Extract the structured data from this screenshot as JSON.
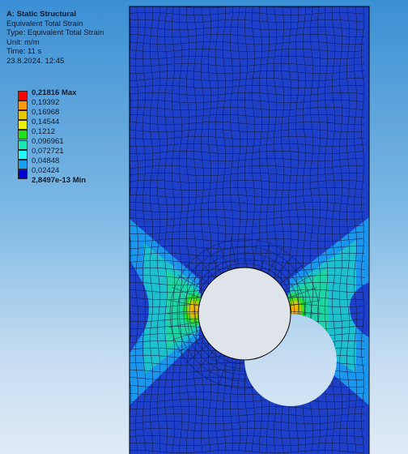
{
  "header": {
    "analysis_title": "A: Static Structural",
    "result_name": "Equivalent Total Strain",
    "type_line": "Type: Equivalent Total Strain",
    "unit_line": "Unit: m/m",
    "time_line": "Time: 11 s",
    "date_line": "23.8.2024. 12:45"
  },
  "legend": {
    "colors": [
      "#ff0000",
      "#ff9900",
      "#e6c800",
      "#e6f000",
      "#20e020",
      "#1ee6b4",
      "#20fafa",
      "#1aa0f0",
      "#0000d2"
    ],
    "max_label": "0,21816 Max",
    "values": [
      "0,19392",
      "0,16968",
      "0,14544",
      "0,1212",
      "0,096961",
      "0,072721",
      "0,04848",
      "0,02424"
    ],
    "min_label": "2,8497e-13 Min"
  },
  "colors": {
    "background_top": "#3b8fd4",
    "background_bottom": "#dfeaf5",
    "specimen_base": "#1e3fc8",
    "mesh_line": "#101a48",
    "hole_fill": "#dfe3ea",
    "outline": "#000000"
  }
}
